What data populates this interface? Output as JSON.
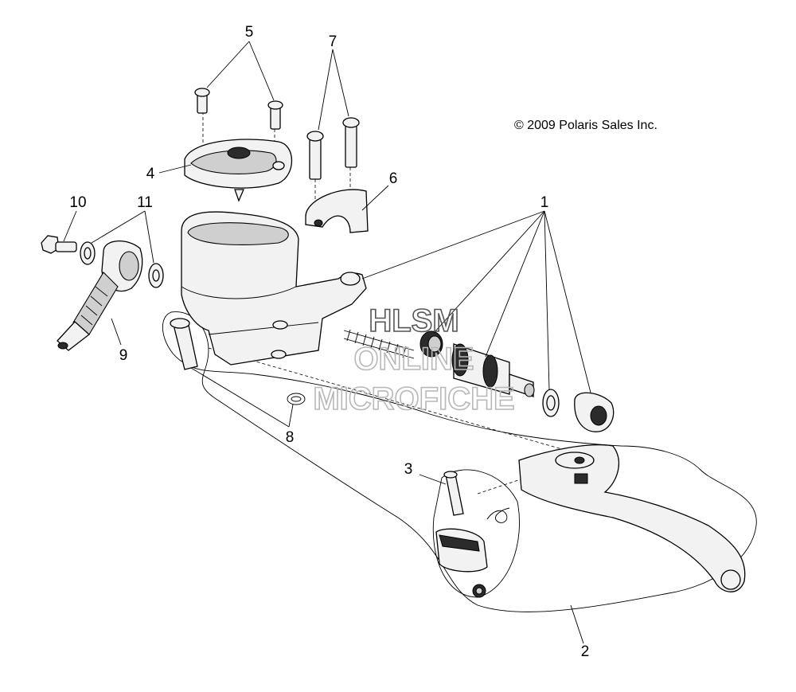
{
  "copyright": "© 2009 Polaris Sales Inc.",
  "watermark": {
    "line1": "HLSM",
    "line2": "ONLINE",
    "line3": "MICROFICHE"
  },
  "callouts": [
    {
      "id": "c1",
      "label": "1"
    },
    {
      "id": "c2",
      "label": "2"
    },
    {
      "id": "c3",
      "label": "3"
    },
    {
      "id": "c4",
      "label": "4"
    },
    {
      "id": "c5",
      "label": "5"
    },
    {
      "id": "c6",
      "label": "6"
    },
    {
      "id": "c7",
      "label": "7"
    },
    {
      "id": "c8",
      "label": "8"
    },
    {
      "id": "c9",
      "label": "9"
    },
    {
      "id": "c10",
      "label": "10"
    },
    {
      "id": "c11",
      "label": "11"
    }
  ]
}
